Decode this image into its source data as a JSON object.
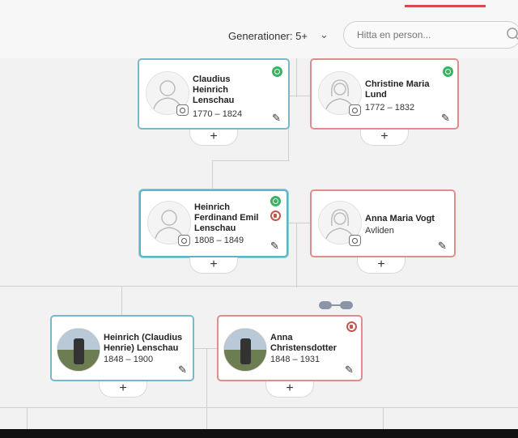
{
  "toolbar": {
    "generations_label": "Generationer: 5+",
    "search_placeholder": "Hitta en person..."
  },
  "people": {
    "claudius": {
      "name": [
        "Claudius",
        "Heinrich",
        "Lenschau"
      ],
      "dates": "1770 – 1824"
    },
    "christine": {
      "name": [
        "Christine Maria",
        "Lund"
      ],
      "dates": "1772 – 1832"
    },
    "heinrich_fe": {
      "name": [
        "Heinrich",
        "Ferdinand Emil",
        "Lenschau"
      ],
      "dates": "1808 – 1849"
    },
    "anna_maria": {
      "name": [
        "Anna Maria Vogt"
      ],
      "dates": "Avliden"
    },
    "heinrich_ch": {
      "name": [
        "Heinrich (Claudius",
        "Henrie) Lenschau"
      ],
      "dates": "1848 – 1900"
    },
    "anna_c": {
      "name": [
        "Anna",
        "Christensdotter"
      ],
      "dates": "1848 – 1931"
    }
  },
  "add_label": "+",
  "colors": {
    "male_border": "#7cb7c9",
    "female_border": "#df8d8d",
    "accent": "#d94b4b",
    "record_green": "#3bb162",
    "record_red": "#c0584e"
  }
}
